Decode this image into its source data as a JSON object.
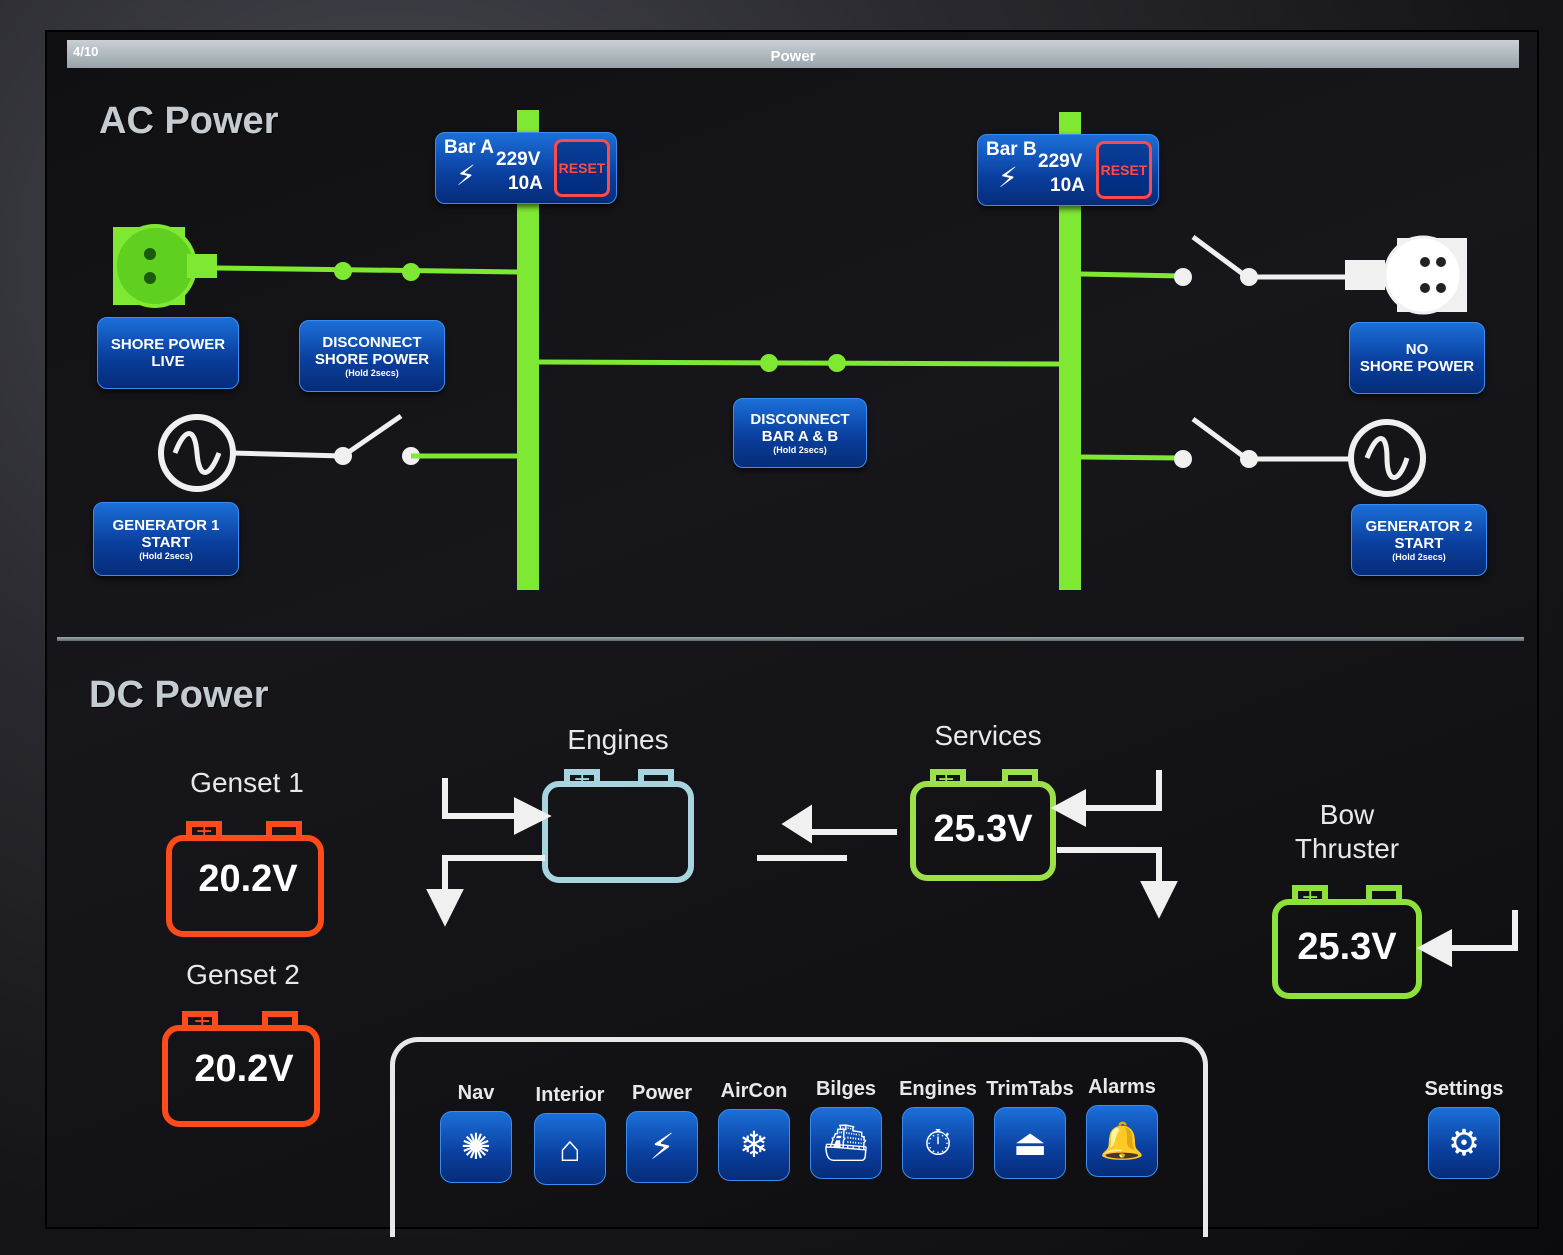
{
  "titlebar": {
    "page": "4/10",
    "title": "Power"
  },
  "ac": {
    "title": "AC Power",
    "bar_a": {
      "name": "Bar A",
      "voltage": "229V",
      "current": "10A",
      "reset": "RESET"
    },
    "bar_b": {
      "name": "Bar B",
      "voltage": "229V",
      "current": "10A",
      "reset": "RESET"
    },
    "shore_power_live": "SHORE POWER\nLIVE",
    "disconnect_shore": {
      "line1": "DISCONNECT",
      "line2": "SHORE POWER",
      "hold": "(Hold 2secs)"
    },
    "disconnect_bars": {
      "line1": "DISCONNECT",
      "line2": "BAR A & B",
      "hold": "(Hold 2secs)"
    },
    "no_shore_power": {
      "line1": "NO",
      "line2": "SHORE POWER"
    },
    "gen1": {
      "line1": "GENERATOR 1",
      "line2": "START",
      "hold": "(Hold 2secs)"
    },
    "gen2": {
      "line1": "GENERATOR 2",
      "line2": "START",
      "hold": "(Hold 2secs)"
    }
  },
  "dc": {
    "title": "DC Power",
    "genset1": {
      "label": "Genset 1",
      "value": "20.2V",
      "color": "#ff4a1a"
    },
    "genset2": {
      "label": "Genset 2",
      "value": "20.2V",
      "color": "#ff4a1a"
    },
    "engines": {
      "label": "Engines",
      "value": "",
      "color": "#a8d4e0"
    },
    "services": {
      "label": "Services",
      "value": "25.3V",
      "color": "#9de04a"
    },
    "bow_thruster": {
      "label_line1": "Bow",
      "label_line2": "Thruster",
      "value": "25.3V",
      "color": "#8ee03a"
    }
  },
  "nav": [
    {
      "label": "Nav",
      "icon": "sun-color-icon",
      "glyph": "✺"
    },
    {
      "label": "Interior",
      "icon": "ceiling-light-icon",
      "glyph": "⌂"
    },
    {
      "label": "Power",
      "icon": "lightning-icon",
      "glyph": "⚡"
    },
    {
      "label": "AirCon",
      "icon": "snowflake-icon",
      "glyph": "❄"
    },
    {
      "label": "Bilges",
      "icon": "bilge-pump-icon",
      "glyph": "⛴"
    },
    {
      "label": "Engines",
      "icon": "gauge-icon",
      "glyph": "⏱"
    },
    {
      "label": "TrimTabs",
      "icon": "trim-tab-icon",
      "glyph": "⏏"
    },
    {
      "label": "Alarms",
      "icon": "alarm-bell-icon",
      "glyph": "🔔"
    }
  ],
  "settings": {
    "label": "Settings",
    "icon": "gear-icon",
    "glyph": "⚙"
  },
  "colors": {
    "bus_green": "#7fe832",
    "accent_blue": "#0a3f9e",
    "alert_red": "#ff4a4a"
  }
}
